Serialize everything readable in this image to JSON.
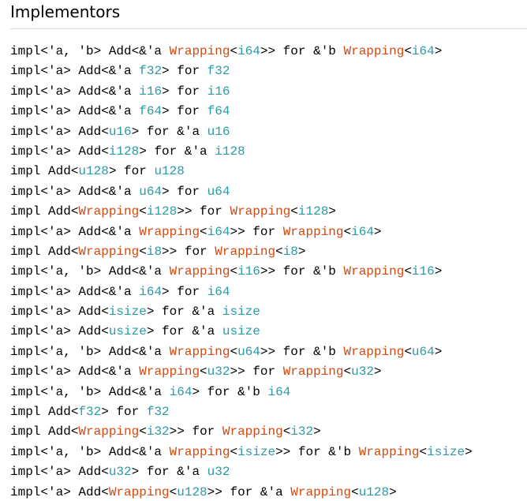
{
  "colors": {
    "text": "#000000",
    "struct": "#ad448e",
    "primitive": "#2b9ba4",
    "generic_type": "#d5480e",
    "rule": "#dddddd"
  },
  "heading": "Implementors",
  "implementors": [
    [
      [
        "t",
        "impl<'a, 'b> Add<&'a "
      ],
      [
        "s",
        "Wrapping"
      ],
      [
        "t",
        "<"
      ],
      [
        "p",
        "i64"
      ],
      [
        "t",
        ">> for &'b "
      ],
      [
        "s",
        "Wrapping"
      ],
      [
        "t",
        "<"
      ],
      [
        "p",
        "i64"
      ],
      [
        "t",
        ">"
      ]
    ],
    [
      [
        "t",
        "impl<'a> Add<&'a "
      ],
      [
        "p",
        "f32"
      ],
      [
        "t",
        "> for "
      ],
      [
        "p",
        "f32"
      ]
    ],
    [
      [
        "t",
        "impl<'a> Add<&'a "
      ],
      [
        "p",
        "i16"
      ],
      [
        "t",
        "> for "
      ],
      [
        "p",
        "i16"
      ]
    ],
    [
      [
        "t",
        "impl<'a> Add<&'a "
      ],
      [
        "p",
        "f64"
      ],
      [
        "t",
        "> for "
      ],
      [
        "p",
        "f64"
      ]
    ],
    [
      [
        "t",
        "impl<'a> Add<"
      ],
      [
        "p",
        "u16"
      ],
      [
        "t",
        "> for &'a "
      ],
      [
        "p",
        "u16"
      ]
    ],
    [
      [
        "t",
        "impl<'a> Add<"
      ],
      [
        "p",
        "i128"
      ],
      [
        "t",
        "> for &'a "
      ],
      [
        "p",
        "i128"
      ]
    ],
    [
      [
        "t",
        "impl Add<"
      ],
      [
        "p",
        "u128"
      ],
      [
        "t",
        "> for "
      ],
      [
        "p",
        "u128"
      ]
    ],
    [
      [
        "t",
        "impl<'a> Add<&'a "
      ],
      [
        "p",
        "u64"
      ],
      [
        "t",
        "> for "
      ],
      [
        "p",
        "u64"
      ]
    ],
    [
      [
        "t",
        "impl Add<"
      ],
      [
        "s",
        "Wrapping"
      ],
      [
        "t",
        "<"
      ],
      [
        "p",
        "i128"
      ],
      [
        "t",
        ">> for "
      ],
      [
        "s",
        "Wrapping"
      ],
      [
        "t",
        "<"
      ],
      [
        "p",
        "i128"
      ],
      [
        "t",
        ">"
      ]
    ],
    [
      [
        "t",
        "impl<'a> Add<&'a "
      ],
      [
        "s",
        "Wrapping"
      ],
      [
        "t",
        "<"
      ],
      [
        "p",
        "i64"
      ],
      [
        "t",
        ">> for "
      ],
      [
        "s",
        "Wrapping"
      ],
      [
        "t",
        "<"
      ],
      [
        "p",
        "i64"
      ],
      [
        "t",
        ">"
      ]
    ],
    [
      [
        "t",
        "impl Add<"
      ],
      [
        "s",
        "Wrapping"
      ],
      [
        "t",
        "<"
      ],
      [
        "p",
        "i8"
      ],
      [
        "t",
        ">> for "
      ],
      [
        "s",
        "Wrapping"
      ],
      [
        "t",
        "<"
      ],
      [
        "p",
        "i8"
      ],
      [
        "t",
        ">"
      ]
    ],
    [
      [
        "t",
        "impl<'a, 'b> Add<&'a "
      ],
      [
        "s",
        "Wrapping"
      ],
      [
        "t",
        "<"
      ],
      [
        "p",
        "i16"
      ],
      [
        "t",
        ">> for &'b "
      ],
      [
        "s",
        "Wrapping"
      ],
      [
        "t",
        "<"
      ],
      [
        "p",
        "i16"
      ],
      [
        "t",
        ">"
      ]
    ],
    [
      [
        "t",
        "impl<'a> Add<&'a "
      ],
      [
        "p",
        "i64"
      ],
      [
        "t",
        "> for "
      ],
      [
        "p",
        "i64"
      ]
    ],
    [
      [
        "t",
        "impl<'a> Add<"
      ],
      [
        "p",
        "isize"
      ],
      [
        "t",
        "> for &'a "
      ],
      [
        "p",
        "isize"
      ]
    ],
    [
      [
        "t",
        "impl<'a> Add<"
      ],
      [
        "p",
        "usize"
      ],
      [
        "t",
        "> for &'a "
      ],
      [
        "p",
        "usize"
      ]
    ],
    [
      [
        "t",
        "impl<'a, 'b> Add<&'a "
      ],
      [
        "s",
        "Wrapping"
      ],
      [
        "t",
        "<"
      ],
      [
        "p",
        "u64"
      ],
      [
        "t",
        ">> for &'b "
      ],
      [
        "s",
        "Wrapping"
      ],
      [
        "t",
        "<"
      ],
      [
        "p",
        "u64"
      ],
      [
        "t",
        ">"
      ]
    ],
    [
      [
        "t",
        "impl<'a> Add<&'a "
      ],
      [
        "s",
        "Wrapping"
      ],
      [
        "t",
        "<"
      ],
      [
        "p",
        "u32"
      ],
      [
        "t",
        ">> for "
      ],
      [
        "s",
        "Wrapping"
      ],
      [
        "t",
        "<"
      ],
      [
        "p",
        "u32"
      ],
      [
        "t",
        ">"
      ]
    ],
    [
      [
        "t",
        "impl<'a, 'b> Add<&'a "
      ],
      [
        "p",
        "i64"
      ],
      [
        "t",
        "> for &'b "
      ],
      [
        "p",
        "i64"
      ]
    ],
    [
      [
        "t",
        "impl Add<"
      ],
      [
        "p",
        "f32"
      ],
      [
        "t",
        "> for "
      ],
      [
        "p",
        "f32"
      ]
    ],
    [
      [
        "t",
        "impl Add<"
      ],
      [
        "s",
        "Wrapping"
      ],
      [
        "t",
        "<"
      ],
      [
        "p",
        "i32"
      ],
      [
        "t",
        ">> for "
      ],
      [
        "s",
        "Wrapping"
      ],
      [
        "t",
        "<"
      ],
      [
        "p",
        "i32"
      ],
      [
        "t",
        ">"
      ]
    ],
    [
      [
        "t",
        "impl<'a, 'b> Add<&'a "
      ],
      [
        "s",
        "Wrapping"
      ],
      [
        "t",
        "<"
      ],
      [
        "p",
        "isize"
      ],
      [
        "t",
        ">> for &'b "
      ],
      [
        "s",
        "Wrapping"
      ],
      [
        "t",
        "<"
      ],
      [
        "p",
        "isize"
      ],
      [
        "t",
        ">"
      ]
    ],
    [
      [
        "t",
        "impl<'a> Add<"
      ],
      [
        "p",
        "u32"
      ],
      [
        "t",
        "> for &'a "
      ],
      [
        "p",
        "u32"
      ]
    ],
    [
      [
        "t",
        "impl<'a> Add<"
      ],
      [
        "s",
        "Wrapping"
      ],
      [
        "t",
        "<"
      ],
      [
        "p",
        "u128"
      ],
      [
        "t",
        ">> for &'a "
      ],
      [
        "s",
        "Wrapping"
      ],
      [
        "t",
        "<"
      ],
      [
        "p",
        "u128"
      ],
      [
        "t",
        ">"
      ]
    ]
  ]
}
